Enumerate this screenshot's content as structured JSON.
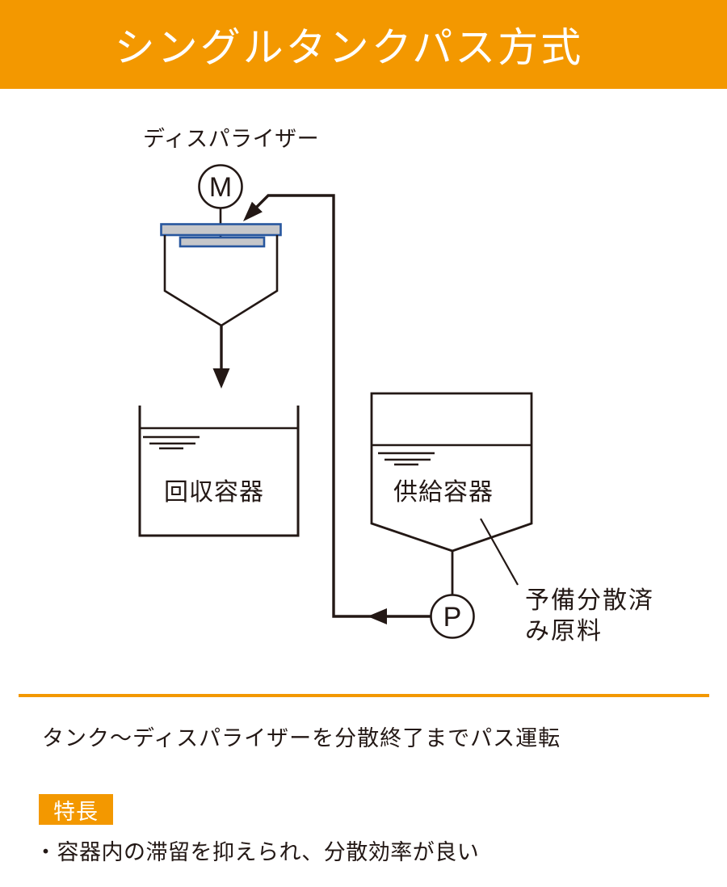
{
  "colors": {
    "accent_orange": "#F39800",
    "line_dark": "#231815",
    "lid_blue": "#27569E",
    "lid_gray": "#C6C7CA"
  },
  "header": {
    "title": "シングルタンクパス方式"
  },
  "diagram": {
    "dispersizer_label": "ディスパライザー",
    "motor_symbol": "M",
    "pump_symbol": "P",
    "recovery_tank_label": "回収容器",
    "supply_tank_label": "供給容器",
    "callout": {
      "line1": "予備分散済",
      "line2": "み原料"
    }
  },
  "description": {
    "text": "タンク〜ディスパライザーを分散終了までパス運転"
  },
  "features": {
    "badge": "特長",
    "items": [
      "・容器内の滞留を抑えられ、分散効率が良い"
    ]
  }
}
